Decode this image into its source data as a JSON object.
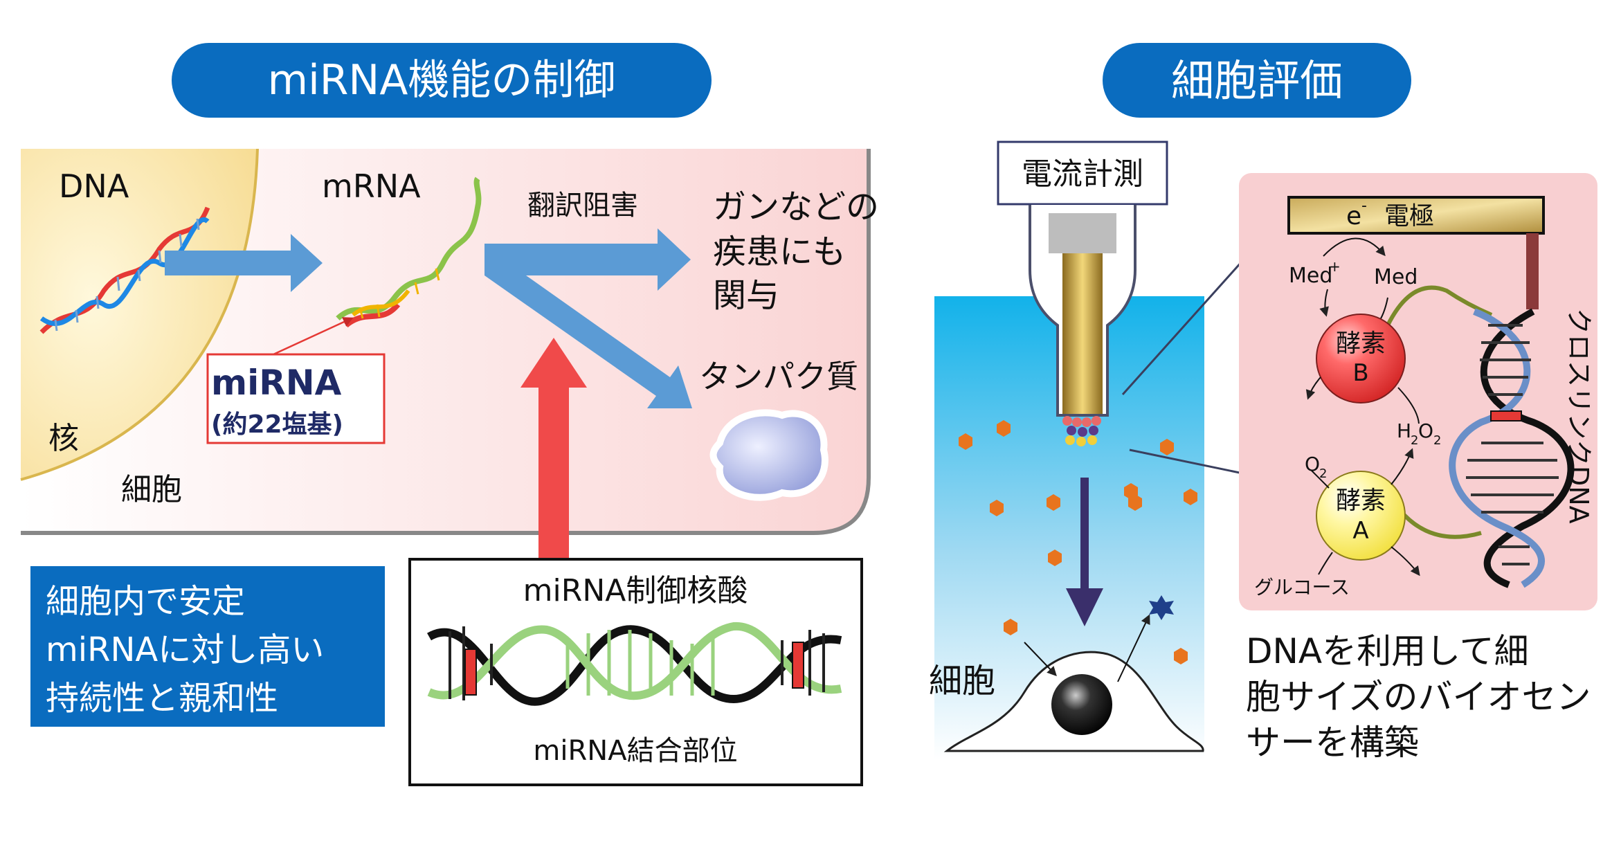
{
  "left_panel": {
    "title": "miRNA機能の制御",
    "labels": {
      "dna": "DNA",
      "mrna": "mRNA",
      "translation_inhibition": "翻訳阻害",
      "disease_line1": "ガンなどの",
      "disease_line2": "疾患にも",
      "disease_line3": "関与",
      "protein": "タンパク質",
      "mirna": "miRNA",
      "mirna_bases": "(約22塩基)",
      "nucleus": "核",
      "cell": "細胞"
    },
    "info_box": {
      "line1": "細胞内で安定",
      "line2": "miRNAに対し高い",
      "line3": "持続性と親和性"
    },
    "control_box": {
      "top_label": "miRNA制御核酸",
      "bottom_label": "miRNA結合部位"
    }
  },
  "right_panel": {
    "title": "細胞評価",
    "measurement_label": "電流計測",
    "cell_label": "細胞",
    "electrode_label_sup": "-",
    "electrode_label_e": "e",
    "electrode_label": "電極",
    "med_plus": "Med",
    "med_plus_sup": "+",
    "med": "Med",
    "enzyme_b_line1": "酵素",
    "enzyme_b_line2": "B",
    "enzyme_a_line1": "酵素",
    "enzyme_a_line2": "A",
    "h2o2": "H",
    "h2o2_sub1": "2",
    "h2o2_o": "O",
    "h2o2_sub2": "2",
    "o2": "O",
    "o2_sub": "2",
    "glucose": "グルコース",
    "crosslink_dna": "クロスリンクDNA",
    "caption_line1": "DNAを利用して細",
    "caption_line2": "胞サイズのバイオセン",
    "caption_line3": "サーを構築"
  },
  "colors": {
    "title_pill": "#0a6cbf",
    "info_box": "#0a6cbf",
    "arrow_blue": "#5b9bd5",
    "arrow_red": "#f04a4a",
    "enzyme_b": "#e53935",
    "enzyme_a": "#fff27a",
    "hexagon": "#e8741e",
    "pink_panel": "#f8cfd1"
  }
}
